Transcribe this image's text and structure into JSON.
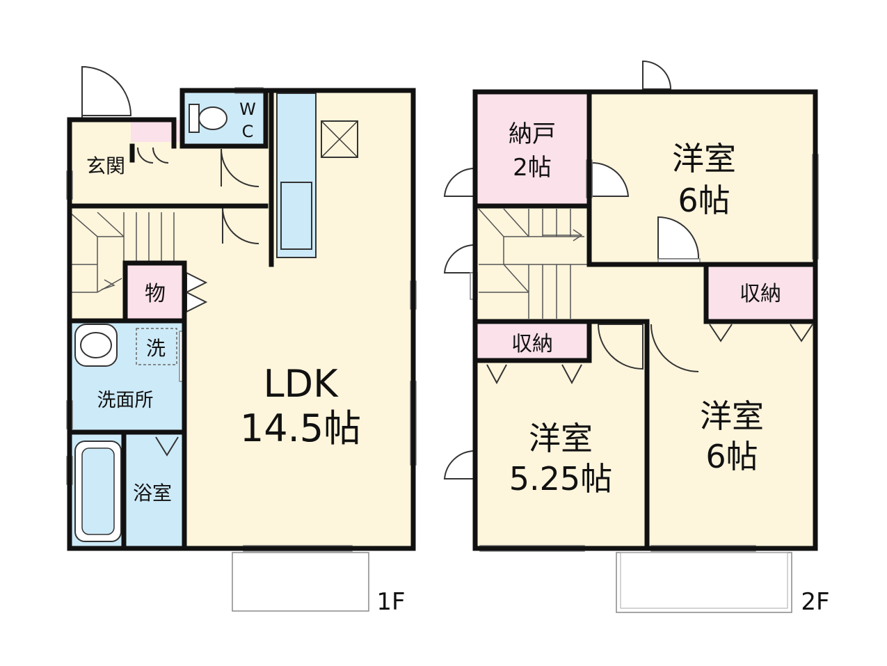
{
  "floors": {
    "first": {
      "label": "1F",
      "rooms": {
        "entrance": {
          "name": "玄関"
        },
        "toilet": {
          "name_line1": "W",
          "name_line2": "C"
        },
        "storage": {
          "name": "物"
        },
        "washer": {
          "name": "洗"
        },
        "washroom": {
          "name": "洗面所"
        },
        "bathroom": {
          "name": "浴室"
        },
        "ldk": {
          "name": "LDK",
          "size": "14.5帖"
        }
      }
    },
    "second": {
      "label": "2F",
      "rooms": {
        "closet_room": {
          "name": "納戸",
          "size": "2帖"
        },
        "western_ne": {
          "name": "洋室",
          "size": "6帖"
        },
        "storage_right": {
          "name": "収納"
        },
        "storage_left": {
          "name": "収納"
        },
        "western_sw": {
          "name": "洋室",
          "size": "5.25帖"
        },
        "western_se": {
          "name": "洋室",
          "size": "6帖"
        }
      }
    }
  },
  "colors": {
    "wall": "#111111",
    "floor_cream": "#fdf5dc",
    "wet_blue": "#cdeaf8",
    "storage_pink": "#fbe1ea",
    "fixture_line": "#333333"
  }
}
